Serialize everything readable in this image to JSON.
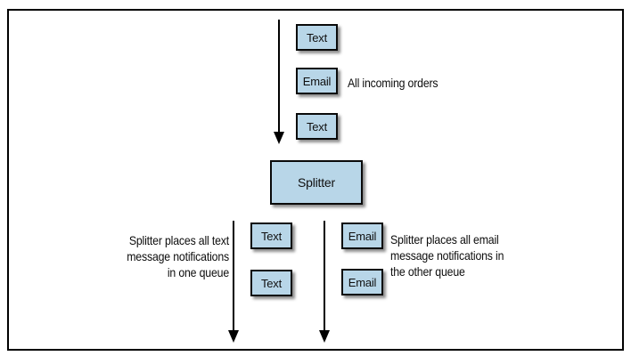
{
  "figure": {
    "incoming_flow": {
      "messages": [
        "Text",
        "Email",
        "Text"
      ],
      "caption": "All incoming orders"
    },
    "splitter": {
      "label": "Splitter"
    },
    "text_queue": {
      "messages": [
        "Text",
        "Text"
      ],
      "caption_lines": [
        "Splitter places all text",
        "message notifications",
        "in one queue"
      ]
    },
    "email_queue": {
      "messages": [
        "Email",
        "Email"
      ],
      "caption_lines": [
        "Splitter places all email",
        "message notifications in",
        "the other queue"
      ]
    },
    "icons": {
      "flow_arrows": "down-arrow-icon"
    },
    "colors": {
      "message_box_fill": "#b8d6e8",
      "message_box_border": "#0a0a0a",
      "arrow": "#000000",
      "frame_border": "#000000",
      "background": "#ffffff"
    }
  }
}
